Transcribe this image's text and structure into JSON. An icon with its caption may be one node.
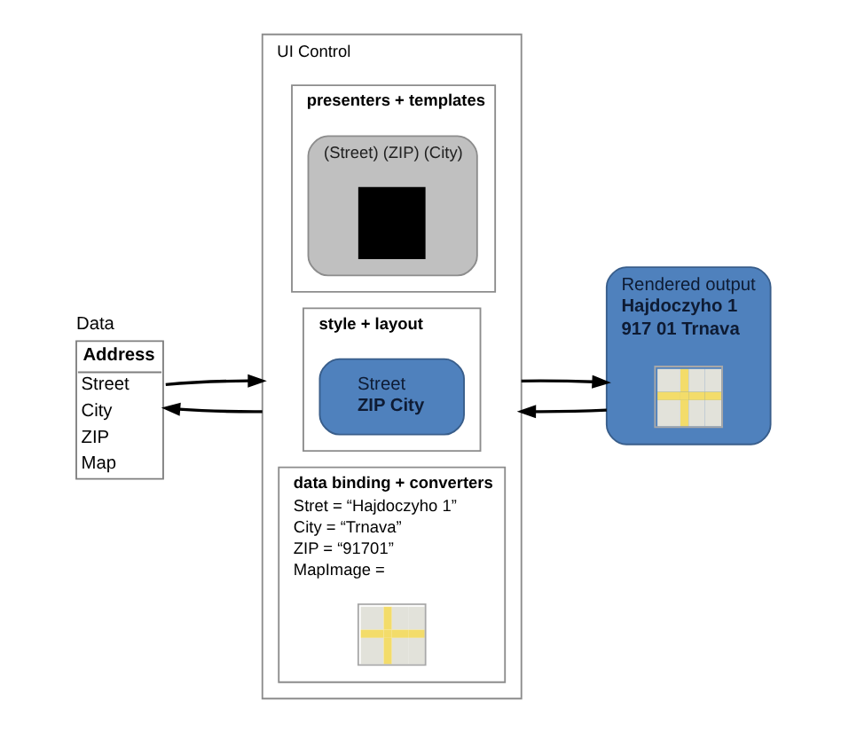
{
  "diagram": {
    "nodes": [
      {
        "text": [
          "Data",
          "Address",
          "Street",
          "City",
          "ZIP",
          "Map"
        ]
      },
      {
        "text": [
          "UI Control"
        ]
      },
      {
        "text": [
          "presenters + templates"
        ],
        "in": 1
      },
      {
        "text": [
          "(Street) (ZIP) (City)"
        ],
        "in": 2
      },
      {
        "text": [],
        "shape": "box",
        "in": 3
      },
      {
        "text": [
          "style + layout"
        ],
        "in": 1
      },
      {
        "text": [
          "Street",
          "ZIP City"
        ],
        "in": 5
      },
      {
        "text": [
          "data binding + converters",
          "Stret = “Hajdoczyho 1”",
          "City = “Trnava”",
          "ZIP = “91701”",
          "MapImage ="
        ],
        "in": 1
      },
      {
        "text": [],
        "shape": "picture",
        "in": 7
      },
      {
        "text": [
          "Rendered output",
          "Hajdoczyho 1",
          "917 01 Trnava"
        ]
      },
      {
        "text": [],
        "shape": "picture",
        "in": 9
      }
    ],
    "edges": [
      {
        "from": 0,
        "to": 1,
        "arrow": "to"
      },
      {
        "from": 1,
        "to": 0,
        "arrow": "to"
      },
      {
        "from": 1,
        "to": 9,
        "arrow": "to"
      },
      {
        "from": 9,
        "to": 1,
        "arrow": "to"
      }
    ]
  }
}
